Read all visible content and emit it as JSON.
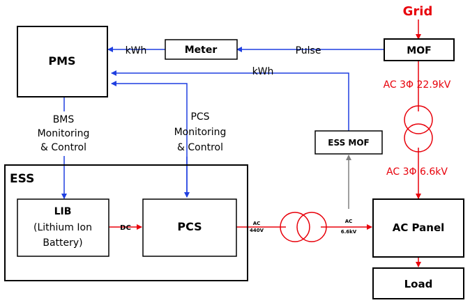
{
  "boxes": {
    "pms": "PMS",
    "meter": "Meter",
    "mof": "MOF",
    "ess_mof": "ESS MOF",
    "ess": "ESS",
    "lib_line1": "LIB",
    "lib_line2": "(Lithium Ion",
    "lib_line3": "Battery)",
    "pcs": "PCS",
    "ac_panel": "AC Panel",
    "load": "Load"
  },
  "labels": {
    "grid": "Grid",
    "kwh_meter": "kWh",
    "pulse": "Pulse",
    "kwh_ess": "kWh",
    "bms_line1": "BMS",
    "bms_line2": "Monitoring",
    "bms_line3": "& Control",
    "pcs_line1": "PCS",
    "pcs_line2": "Monitoring",
    "pcs_line3": "& Control",
    "ac_high": "AC  3Φ 22.9kV",
    "ac_low": "AC  3Φ 6.6kV",
    "dc": "DC",
    "ac440_line1": "AC",
    "ac440_line2": "440V",
    "ac66_line1": "AC",
    "ac66_line2": "6.6kV"
  },
  "colors": {
    "blue": "#1f3fe0",
    "red": "#e8000a",
    "gray": "#7f7f7f",
    "black": "#000000"
  }
}
